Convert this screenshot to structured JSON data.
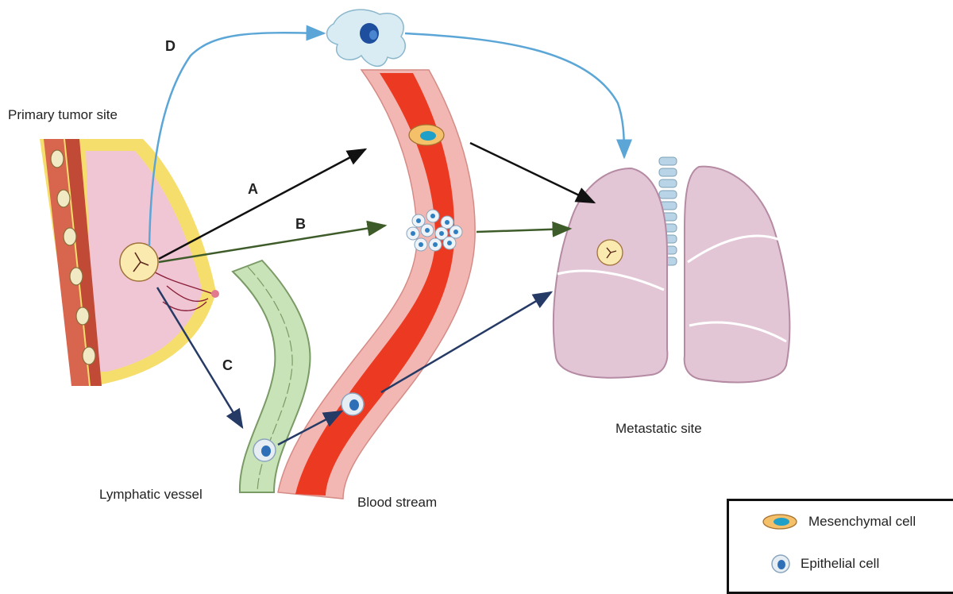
{
  "labels": {
    "primary_site": "Primary tumor site",
    "lymphatic_vessel": "Lymphatic vessel",
    "blood_stream": "Blood stream",
    "metastatic_site": "Metastatic site"
  },
  "routes": [
    "A",
    "B",
    "C",
    "D"
  ],
  "route_colors": {
    "A": "#111111",
    "B": "#3e5c2a",
    "C": "#263a66",
    "D": "#5ba6d6"
  },
  "legend": {
    "items": [
      {
        "label": "Mesenchymal cell",
        "icon": "mesenchymal-cell-icon"
      },
      {
        "label": "Epithelial cell",
        "icon": "epithelial-cell-icon"
      }
    ]
  },
  "colors": {
    "blood": "#ec3a22",
    "vessel_wall": "#f2b7b3",
    "lymph": "#c9e3b8",
    "lung": "#e3c6d6",
    "breast_fat": "#f6de6c",
    "breast_tissue": "#f1c6d4",
    "muscle": "#d8654e",
    "trachea": "#b8d4e6"
  }
}
